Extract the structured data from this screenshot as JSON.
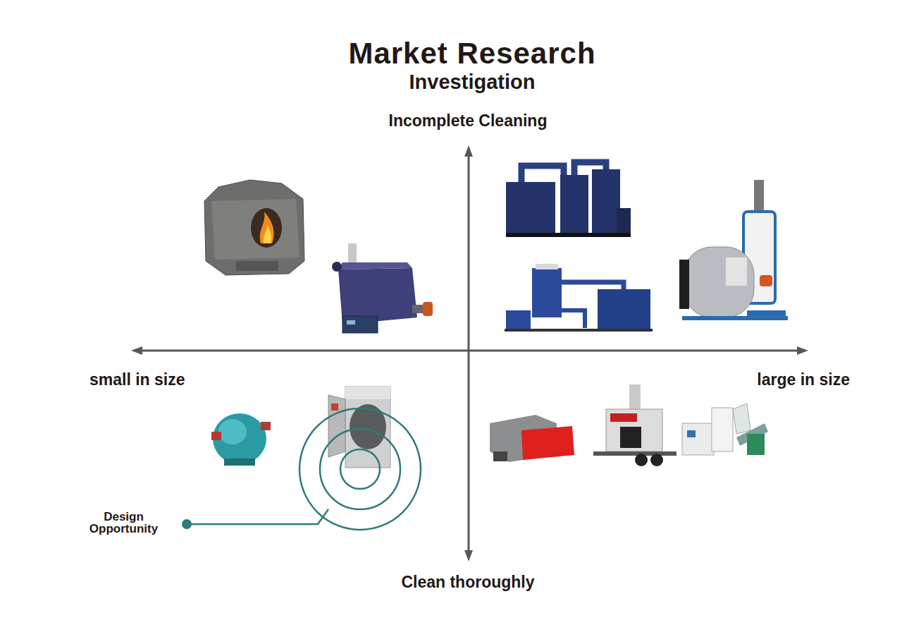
{
  "diagram": {
    "title": "Market Research",
    "labels": [
      "Investigation",
      "Incomplete Cleaning",
      "small in size",
      "large in size",
      "Clean thoroughly",
      "Design Opportunity"
    ]
  }
}
